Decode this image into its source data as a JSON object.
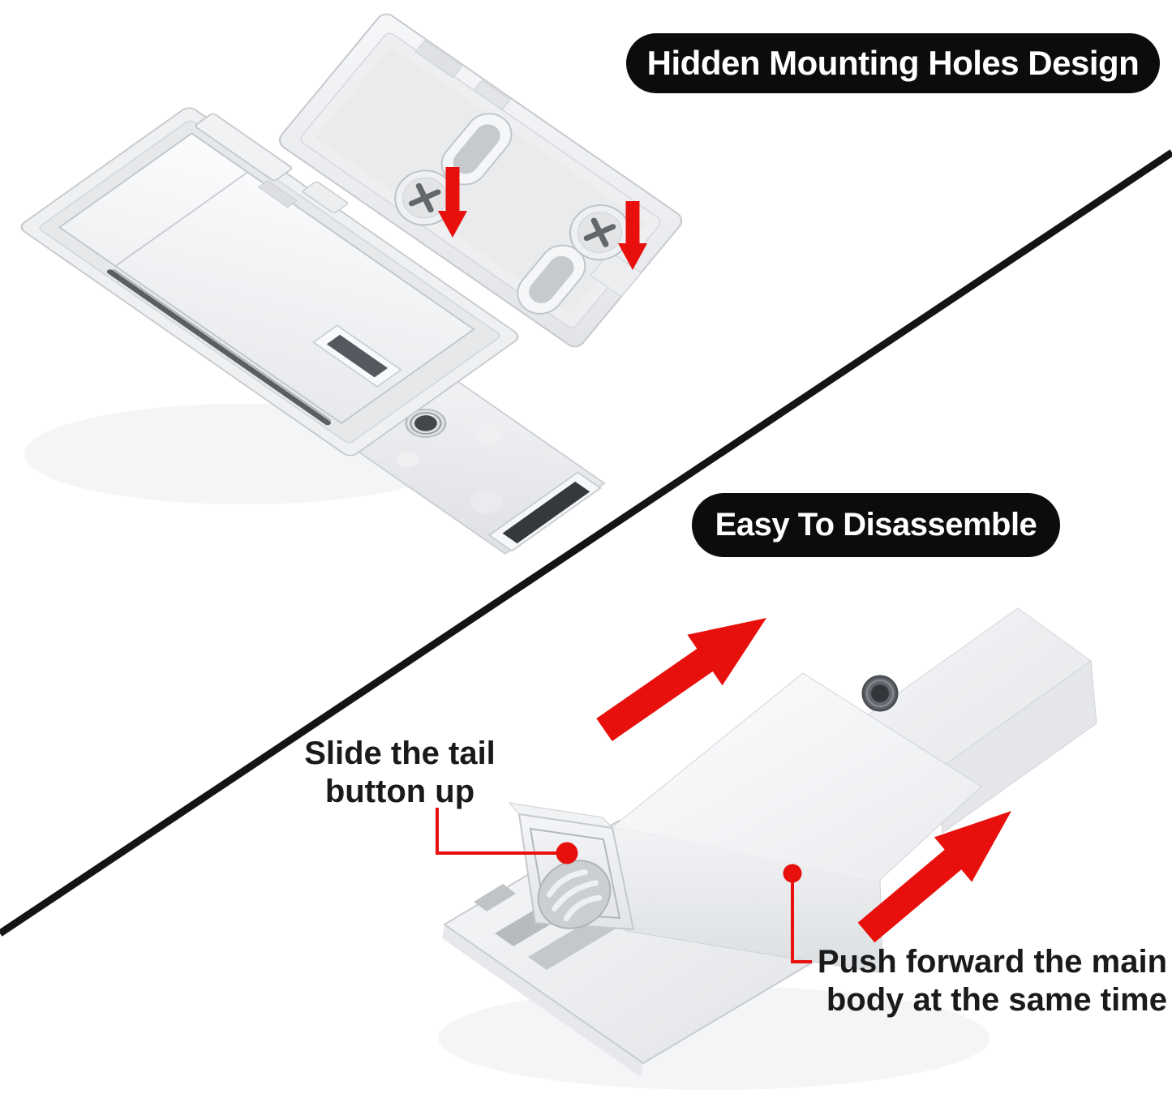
{
  "colors": {
    "accent_red": "#e8100c",
    "banner_bg": "#0c0c0c",
    "label_text": "#1a1a1a",
    "divider_black": "#141414",
    "product_white": "#f4f5f7"
  },
  "sections": {
    "mounting": {
      "banner": "Hidden Mounting Holes Design"
    },
    "disassemble": {
      "banner": "Easy To Disassemble",
      "callout_tail": {
        "line1": "Slide the tail",
        "line2": "button up"
      },
      "callout_push": {
        "line1": "Push forward the main",
        "line2": "body at the same time"
      }
    }
  },
  "icons": [
    "down-arrow-icon",
    "up-right-arrow-icon",
    "callout-dot",
    "screw-icon",
    "mounting-hole-oval",
    "push-button-icon"
  ]
}
